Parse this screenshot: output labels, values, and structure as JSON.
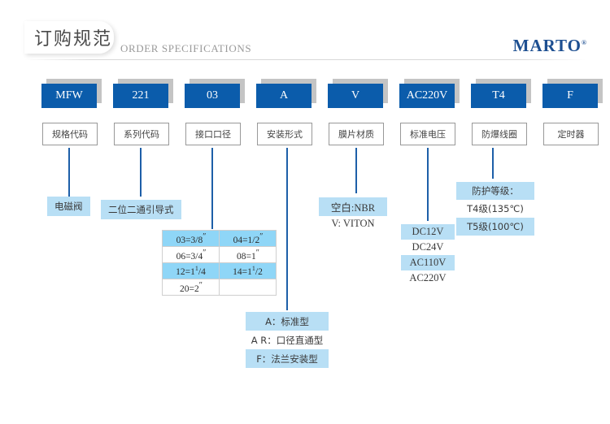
{
  "header": {
    "title_cn": "订购规范",
    "title_en": "ORDER SPECIFICATIONS",
    "brand": "MARTO",
    "brand_mark": "®"
  },
  "codes": [
    {
      "code": "MFW",
      "label": "规格代码"
    },
    {
      "code": "221",
      "label": "系列代码"
    },
    {
      "code": "03",
      "label": "接口口径"
    },
    {
      "code": "A",
      "label": "安装形式"
    },
    {
      "code": "V",
      "label": "膜片材质"
    },
    {
      "code": "AC220V",
      "label": "标准电压"
    },
    {
      "code": "T4",
      "label": "防爆线圈"
    },
    {
      "code": "F",
      "label": "定时器"
    }
  ],
  "details": {
    "spec_code": {
      "value": "电磁阀"
    },
    "series_code": {
      "value": "二位二通引导式"
    },
    "port_size": {
      "rows": [
        [
          "03=3/8″",
          "04=1/2″"
        ],
        [
          "06=3/4″",
          "08=1″"
        ],
        [
          "12=1¹/4",
          "14=1¹/2"
        ],
        [
          "20=2″",
          ""
        ]
      ]
    },
    "mounting": {
      "rows": [
        "A：标准型",
        "A R：口径直通型",
        "F：法兰安装型"
      ]
    },
    "diaphragm": {
      "rows": [
        "空白:NBR",
        "V: VITON"
      ]
    },
    "voltage": {
      "rows": [
        "DC12V",
        "DC24V",
        "AC110V",
        "AC220V"
      ]
    },
    "explosion_proof": {
      "rows": [
        "防护等级：",
        "T4级(135℃)",
        "T5级(100℃)"
      ]
    }
  },
  "colors": {
    "chip_blue": "#0b5cab",
    "chip_shadow": "#c4c4c4",
    "line_blue": "#1d5fa8",
    "highlight": "#b8dff5",
    "table_highlight": "#8fd6f7",
    "brand_blue": "#1d4f91"
  }
}
